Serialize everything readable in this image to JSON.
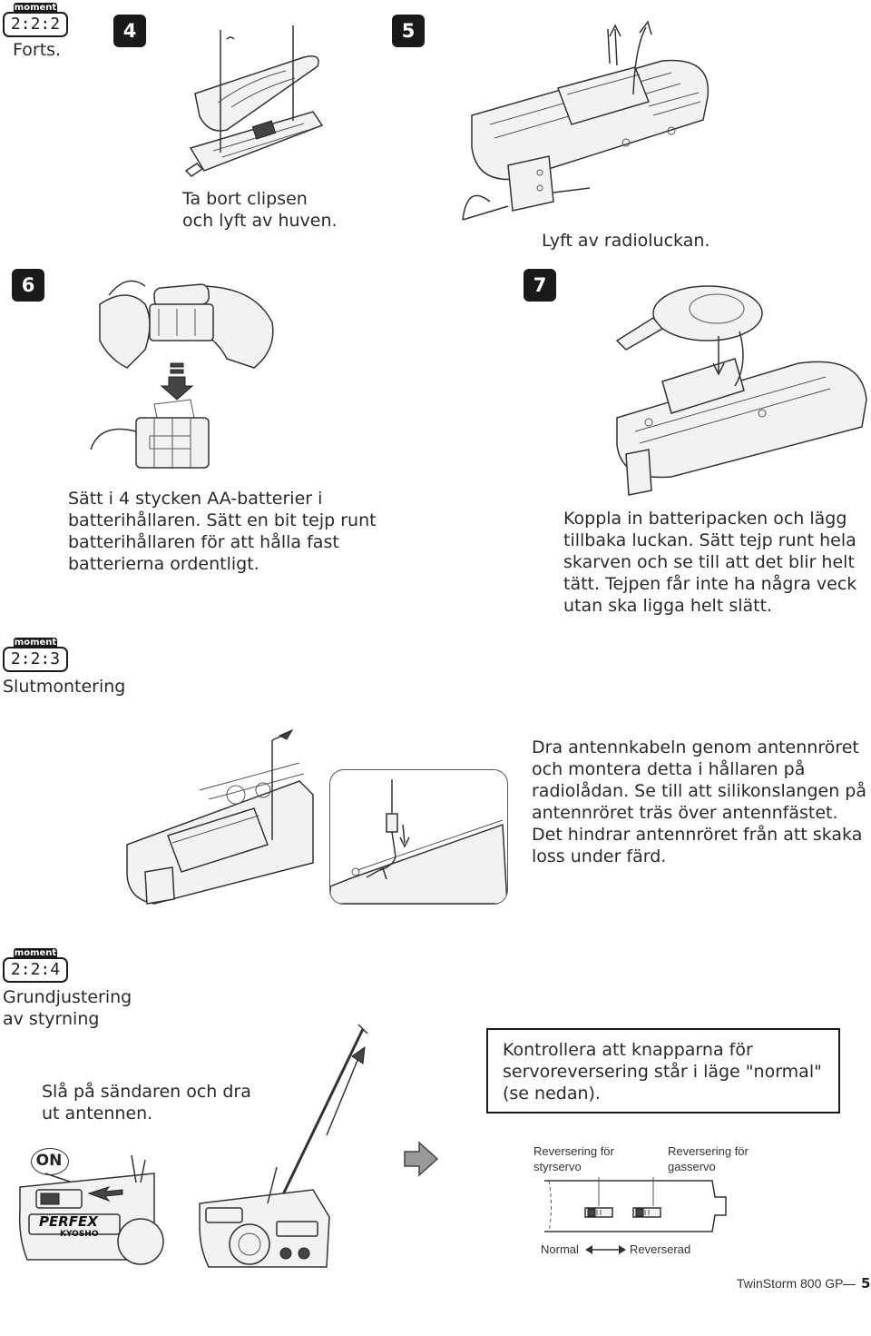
{
  "header": {
    "moment_tab": "moment",
    "section_code": "2:2:2",
    "section_note": "Forts."
  },
  "step4": {
    "number": "4",
    "caption": "Ta bort clipsen\noch lyft av huven."
  },
  "step5": {
    "number": "5",
    "caption": "Lyft av radioluckan."
  },
  "step6": {
    "number": "6",
    "caption": "Sätt i 4 stycken AA-batterier i batterihållaren. Sätt en bit tejp runt batterihållaren för att hålla fast batterierna ordentligt."
  },
  "step7": {
    "number": "7",
    "caption": "Koppla in batteripacken och lägg tillbaka luckan. Sätt tejp runt hela skarven och se till att det blir helt tätt. Tejpen får inte ha några veck utan ska ligga helt slätt."
  },
  "section223": {
    "moment_tab": "moment",
    "code": "2:2:3",
    "title": "Slutmontering",
    "caption": "Dra antennkabeln genom antennröret och montera detta i hållaren på radiolådan. Se till att silikonslangen på antennröret träs över antennfästet. Det hindrar antennröret från att skaka loss under färd."
  },
  "section224": {
    "moment_tab": "moment",
    "code": "2:2:4",
    "title": "Grundjustering\nav styrning",
    "caption_left": "Slå på sändaren och dra ut antennen.",
    "caption_box": "Kontrollera att knapparna för servoreversering står i läge \"normal\" (se nedan).",
    "on_label": "ON",
    "transmitter_brand": "PERFEX",
    "transmitter_maker": "KYOSHO",
    "label_steer": "Reversering för\nstyrservo",
    "label_throttle": "Reversering för\ngasservo",
    "label_normal": "Normal",
    "label_reversed": "Reverserad"
  },
  "footer": {
    "product": "TwinStorm 800 GP",
    "page": "5"
  }
}
